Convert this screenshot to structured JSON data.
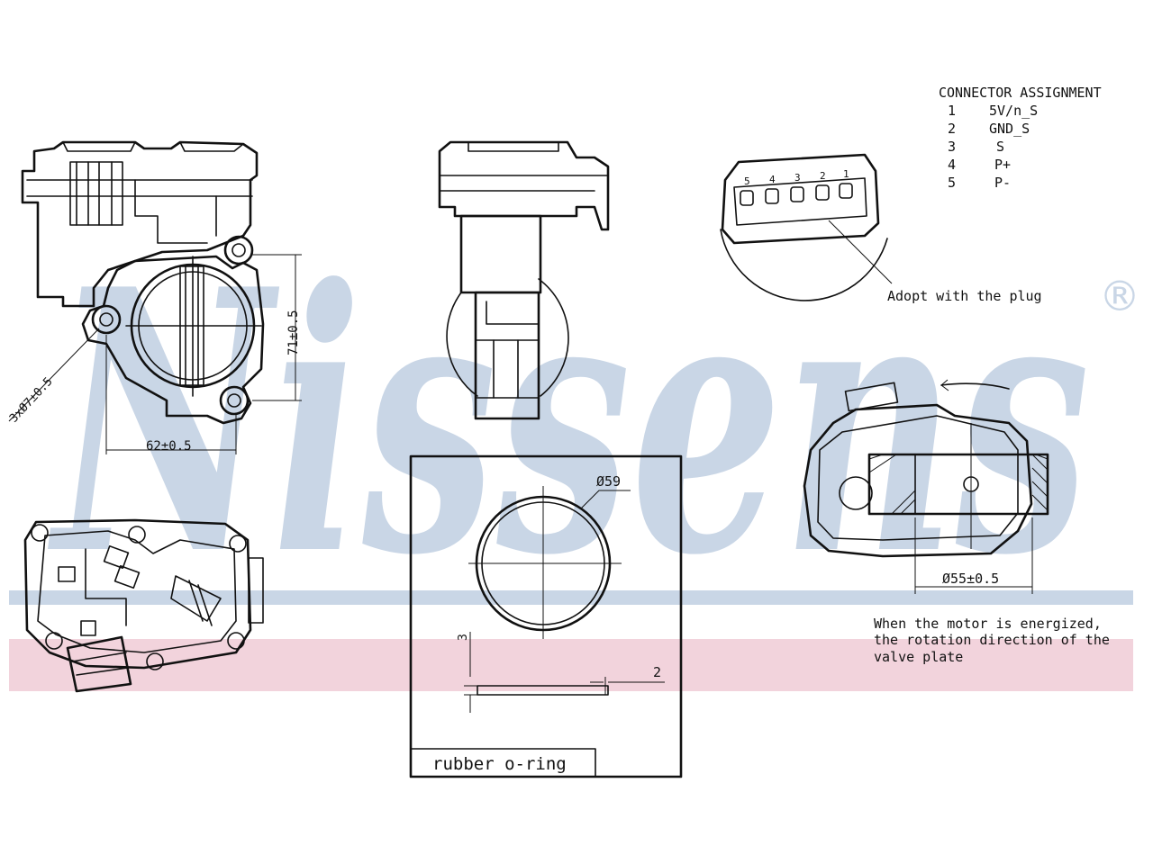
{
  "brand": {
    "watermark": "Nissens",
    "registered_mark": "®",
    "watermark_color": "#c9d6e6",
    "band_color": "#f2d3dc"
  },
  "connector": {
    "title": "CONNECTOR ASSIGNMENT",
    "pins": [
      {
        "num": "1",
        "signal": "5V/n_S"
      },
      {
        "num": "2",
        "signal": "GND_S"
      },
      {
        "num": "3",
        "signal": "S"
      },
      {
        "num": "4",
        "signal": "P+"
      },
      {
        "num": "5",
        "signal": "P-"
      }
    ],
    "plug_pin_numbers": [
      "5",
      "4",
      "3",
      "2",
      "1"
    ],
    "plug_note": "Adopt with the plug"
  },
  "dimensions": {
    "height_71": "71±0.5",
    "width_62": "62±0.5",
    "holes": "3xØ7±0.5",
    "diameter_59": "Ø59",
    "diameter_55": "Ø55±0.5",
    "thickness_2": "2",
    "section_3": "3"
  },
  "notes": {
    "rotation_lines": [
      "When the motor is energized,",
      "the rotation direction of the",
      "valve plate"
    ],
    "oring_label": "rubber o-ring"
  }
}
